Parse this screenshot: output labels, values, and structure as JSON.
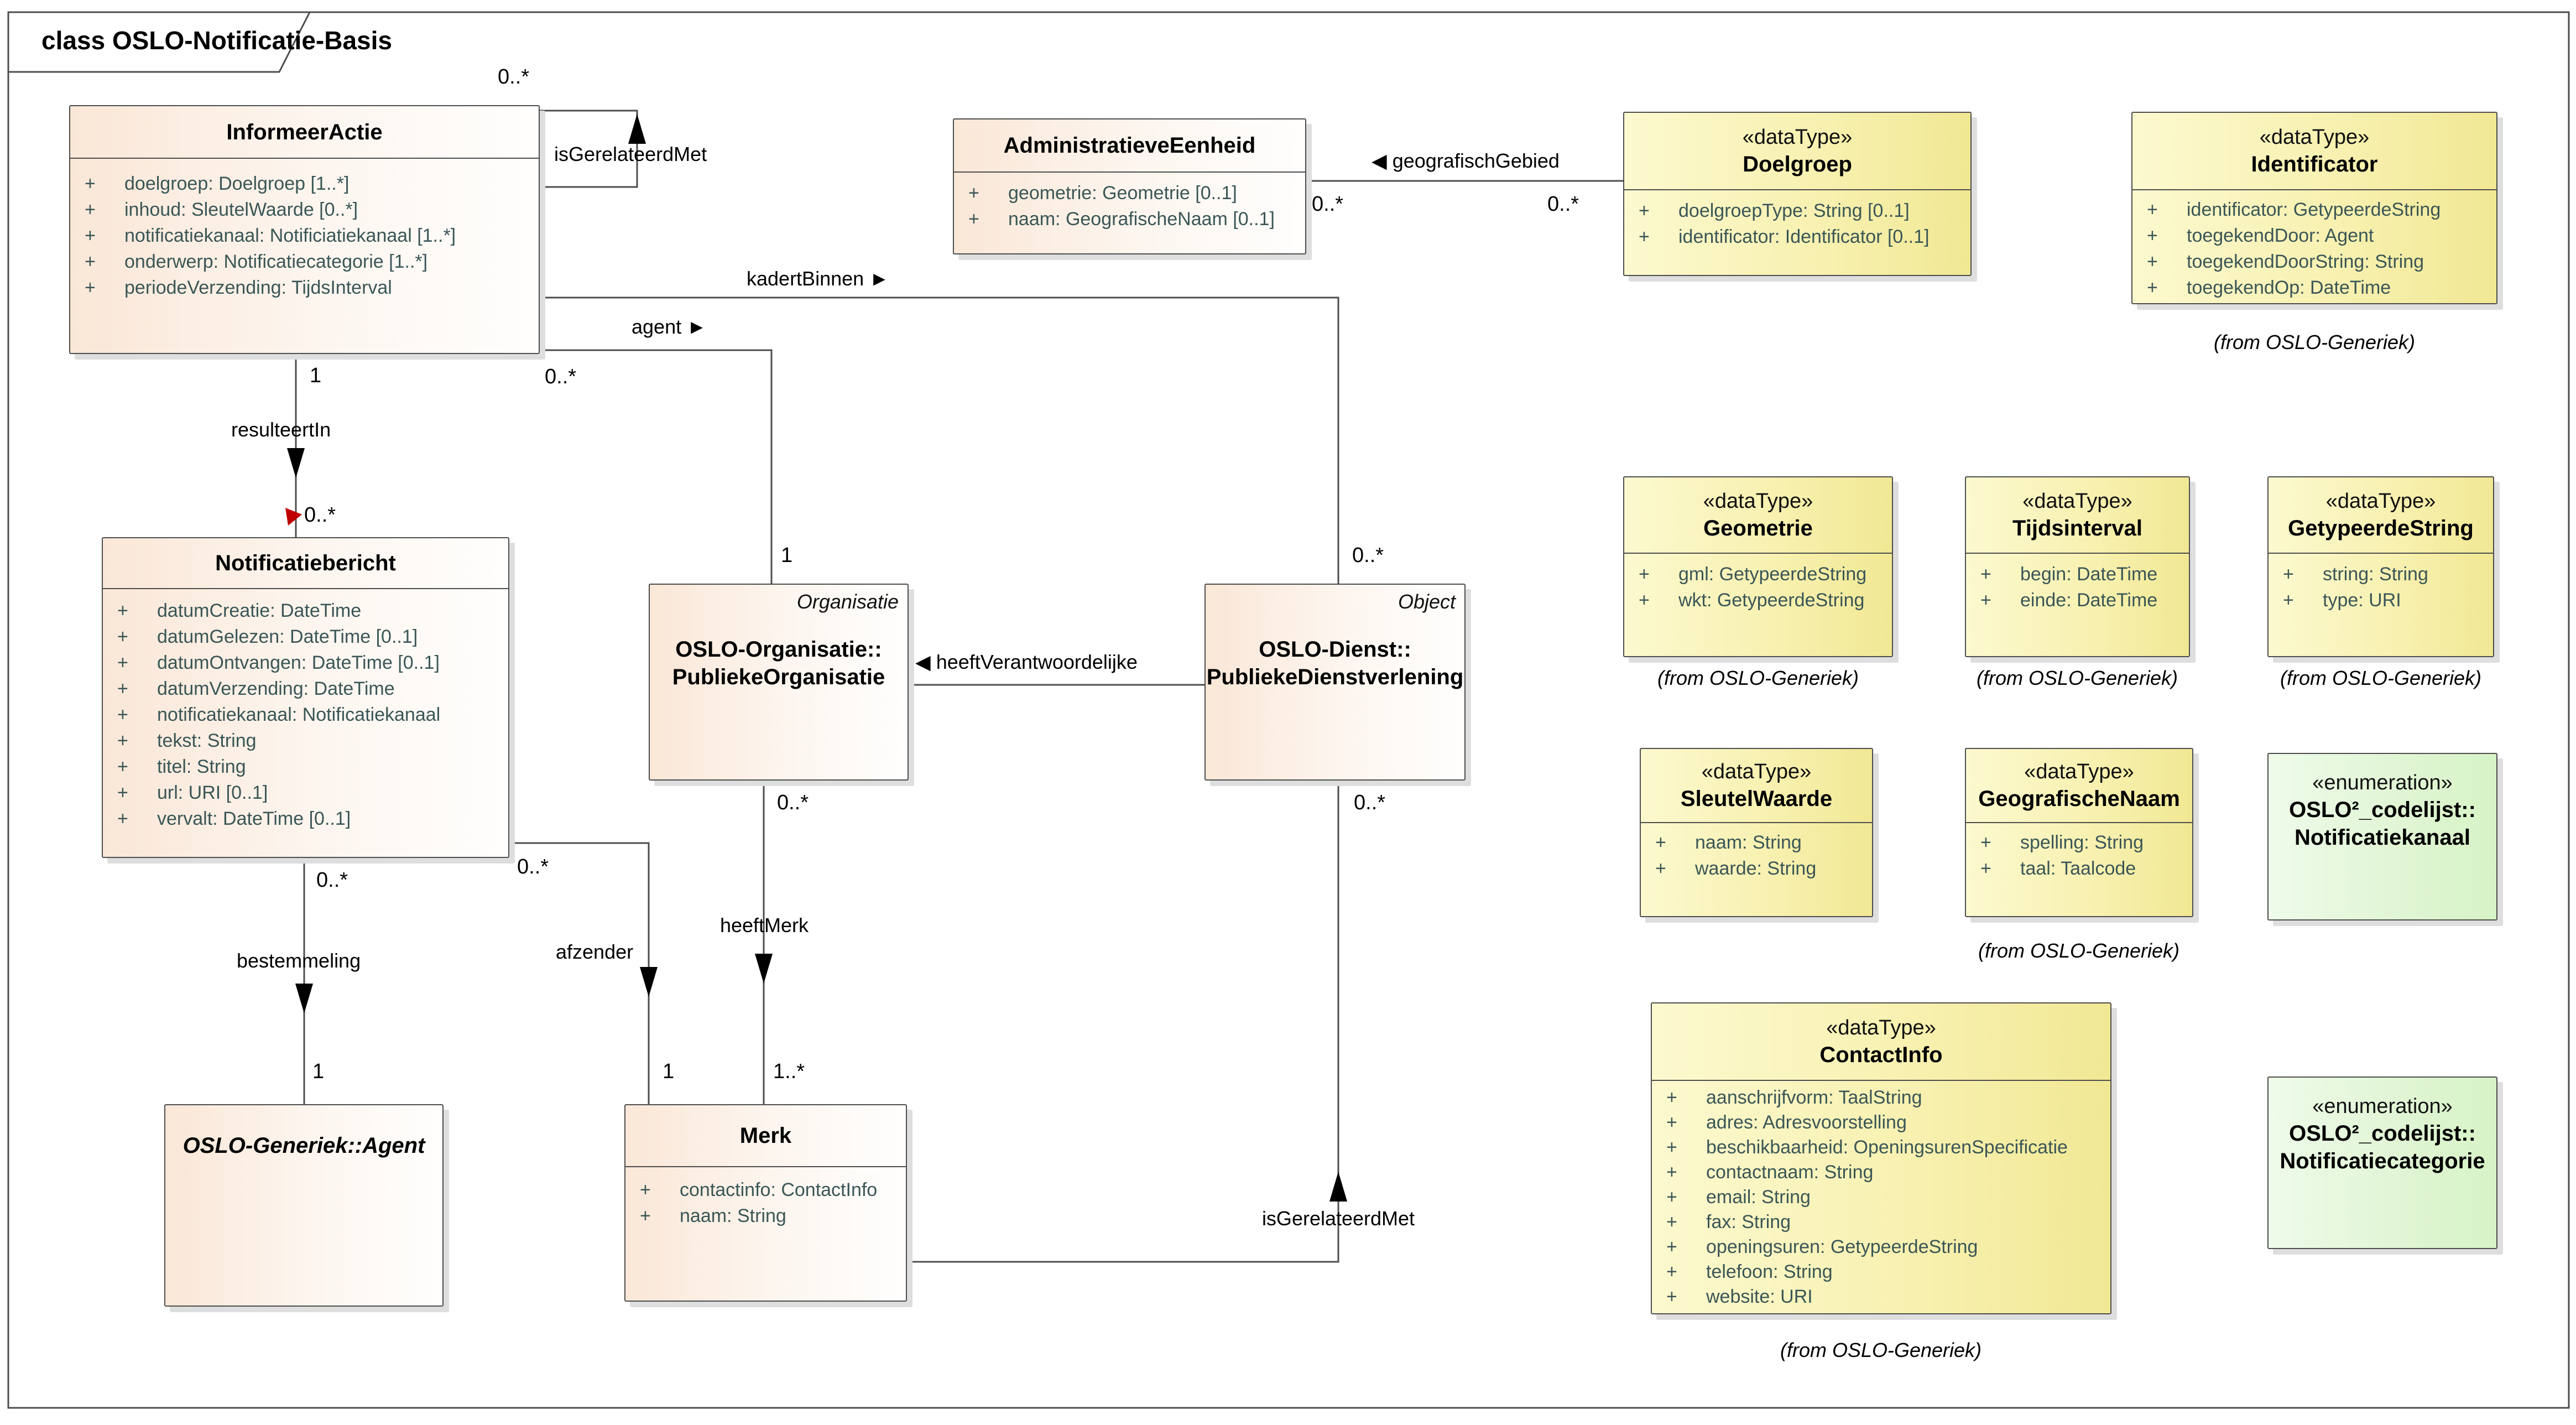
{
  "diagram": {
    "title": "class OSLO-Notificatie-Basis"
  },
  "symbols": {
    "plus": "+"
  },
  "from_oslo_generiek": "(from OSLO-Generiek)",
  "classes": {
    "informeerActie": {
      "name": "InformeerActie",
      "attributes": [
        "doelgroep: Doelgroep [1..*]",
        "inhoud: SleutelWaarde [0..*]",
        "notificatiekanaal: Notificiatiekanaal [1..*]",
        "onderwerp: Notificatiecategorie [1..*]",
        "periodeVerzending: TijdsInterval"
      ]
    },
    "administratieveEenheid": {
      "name": "AdministratieveEenheid",
      "attributes": [
        "geometrie: Geometrie [0..1]",
        "naam: GeografischeNaam [0..1]"
      ]
    },
    "doelgroep": {
      "stereotype": "«dataType»",
      "name": "Doelgroep",
      "attributes": [
        "doelgroepType: String [0..1]",
        "identificator: Identificator [0..1]"
      ]
    },
    "identificator": {
      "stereotype": "«dataType»",
      "name": "Identificator",
      "attributes": [
        "identificator: GetypeerdeString",
        "toegekendDoor: Agent",
        "toegekendDoorString: String",
        "toegekendOp: DateTime"
      ]
    },
    "notificatiebericht": {
      "name": "Notificatiebericht",
      "attributes": [
        "datumCreatie: DateTime",
        "datumGelezen: DateTime [0..1]",
        "datumOntvangen: DateTime [0..1]",
        "datumVerzending: DateTime",
        "notificatiekanaal: Notificatiekanaal",
        "tekst: String",
        "titel: String",
        "url: URI [0..1]",
        "vervalt: DateTime [0..1]"
      ]
    },
    "publiekeOrganisatie": {
      "corner": "Organisatie",
      "name": "OSLO-Organisatie::\nPubliekeOrganisatie"
    },
    "publiekeDienstverlening": {
      "corner": "Object",
      "name": "OSLO-Dienst::\nPubliekeDienstverlening"
    },
    "geometrie": {
      "stereotype": "«dataType»",
      "name": "Geometrie",
      "attributes": [
        "gml: GetypeerdeString",
        "wkt: GetypeerdeString"
      ]
    },
    "tijdsinterval": {
      "stereotype": "«dataType»",
      "name": "Tijdsinterval",
      "attributes": [
        "begin: DateTime",
        "einde: DateTime"
      ]
    },
    "getypeerdeString": {
      "stereotype": "«dataType»",
      "name": "GetypeerdeString",
      "attributes": [
        "string: String",
        "type: URI"
      ]
    },
    "sleutelWaarde": {
      "stereotype": "«dataType»",
      "name": "SleutelWaarde",
      "attributes": [
        "naam: String",
        "waarde: String"
      ]
    },
    "geografischeNaam": {
      "stereotype": "«dataType»",
      "name": "GeografischeNaam",
      "attributes": [
        "spelling: String",
        "taal: Taalcode"
      ]
    },
    "notificatiekanaalEnum": {
      "stereotype": "«enumeration»",
      "name": "OSLO²_codelijst::\nNotificatiekanaal"
    },
    "contactInfo": {
      "stereotype": "«dataType»",
      "name": "ContactInfo",
      "attributes": [
        "aanschrijfvorm: TaalString",
        "adres: Adresvoorstelling",
        "beschikbaarheid: OpeningsurenSpecificatie",
        "contactnaam: String",
        "email: String",
        "fax: String",
        "openingsuren: GetypeerdeString",
        "telefoon: String",
        "website: URI"
      ]
    },
    "notificatiecategorieEnum": {
      "stereotype": "«enumeration»",
      "name": "OSLO²_codelijst::\nNotificatiecategorie"
    },
    "agent": {
      "name": "OSLO-Generiek::Agent"
    },
    "merk": {
      "name": "Merk",
      "attributes": [
        "contactinfo: ContactInfo",
        "naam: String"
      ]
    }
  },
  "connectors": {
    "isGerelateerdMetTop": {
      "label": "isGerelateerdMet",
      "mult": "0..*"
    },
    "geografischGebied": {
      "label": "◀ geografischGebied",
      "multLeft": "0..*",
      "multRight": "0..*"
    },
    "kadertBinnen": {
      "label": "kadertBinnen  ►",
      "multTarget": "0..*"
    },
    "agent": {
      "label": "agent  ►",
      "multSource": "0..*",
      "multTarget": "1"
    },
    "resulteertIn": {
      "label": "resulteertIn",
      "multSource": "1",
      "multTarget": "0..*"
    },
    "heeftVerantwoordelijke": {
      "label": "◀ heeftVerantwoordelijke"
    },
    "heeftMerk": {
      "label": "heeftMerk",
      "multSource": "0..*",
      "multTarget": "1..*"
    },
    "afzender": {
      "label": "afzender",
      "multSource": "0..*",
      "multTarget": "1"
    },
    "bestemmeling": {
      "label": "bestemmeling",
      "multSource": "0..*",
      "multTarget": "1"
    },
    "isGerelateerdMetBottom": {
      "label": "isGerelateerdMet",
      "multSource": "0..*"
    }
  }
}
